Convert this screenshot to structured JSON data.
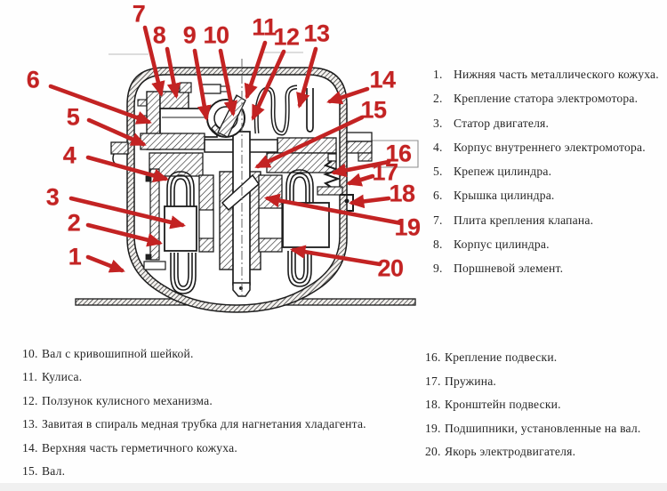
{
  "colors": {
    "callout_red": "#c32323",
    "legend_text": "#262626",
    "drawing_line": "#1c1c1c"
  },
  "diagram": {
    "description": "Cross-section line drawing of a hermetic refrigerator compressor with 20 numbered red callouts",
    "callouts": [
      {
        "label": "1"
      },
      {
        "label": "2"
      },
      {
        "label": "3"
      },
      {
        "label": "4"
      },
      {
        "label": "5"
      },
      {
        "label": "6"
      },
      {
        "label": "7"
      },
      {
        "label": "8"
      },
      {
        "label": "9"
      },
      {
        "label": "10"
      },
      {
        "label": "11"
      },
      {
        "label": "12"
      },
      {
        "label": "13"
      },
      {
        "label": "14"
      },
      {
        "label": "15"
      },
      {
        "label": "16"
      },
      {
        "label": "17"
      },
      {
        "label": "18"
      },
      {
        "label": "19"
      },
      {
        "label": "20"
      }
    ]
  },
  "legend_right": {
    "items": [
      {
        "num": "1.",
        "text": "Нижняя часть металлического кожуха."
      },
      {
        "num": "2.",
        "text": "Крепление статора электромотора."
      },
      {
        "num": "3.",
        "text": "Статор двигателя."
      },
      {
        "num": "4.",
        "text": "Корпус внутреннего электромотора."
      },
      {
        "num": "5.",
        "text": "Крепеж цилиндра."
      },
      {
        "num": "6.",
        "text": "Крышка цилиндра."
      },
      {
        "num": "7.",
        "text": "Плита крепления клапана."
      },
      {
        "num": "8.",
        "text": "Корпус цилиндра."
      },
      {
        "num": "9.",
        "text": "Поршневой элемент."
      }
    ]
  },
  "legend_bottom_left": {
    "items": [
      {
        "num": "10.",
        "text": "Вал с кривошипной шейкой."
      },
      {
        "num": "11.",
        "text": "Кулиса."
      },
      {
        "num": "12.",
        "text": "Ползунок кулисного механизма."
      },
      {
        "num": "13.",
        "text": "Завитая в спираль медная трубка для нагнетания хладагента."
      },
      {
        "num": "14.",
        "text": "Верхняя часть герметичного кожуха."
      },
      {
        "num": "15.",
        "text": "Вал."
      }
    ]
  },
  "legend_bottom_right": {
    "items": [
      {
        "num": "16.",
        "text": "Крепление подвески."
      },
      {
        "num": "17.",
        "text": "Пружина."
      },
      {
        "num": "18.",
        "text": "Кронштейн подвески."
      },
      {
        "num": "19.",
        "text": "Подшипники, установленные на вал."
      },
      {
        "num": "20.",
        "text": "Якорь электродвигателя."
      }
    ]
  }
}
